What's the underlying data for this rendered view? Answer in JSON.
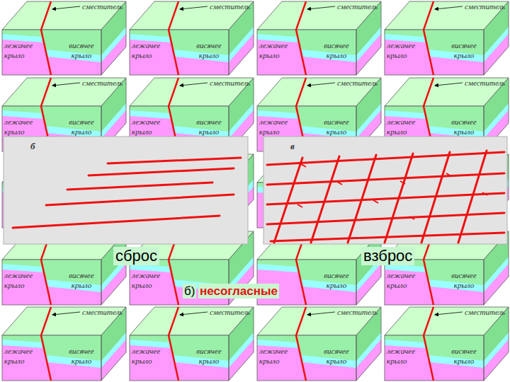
{
  "diagram": {
    "nodes": [
      {
        "text": [
          "б"
        ]
      },
      {
        "text": [
          "в"
        ]
      }
    ],
    "labels": [
      "сместитель",
      "лежачее крыло",
      "висячее крыло",
      "сместитель",
      "лежачее крыло",
      "висячее крыло",
      "сместитель",
      "лежачее крыло",
      "висячее крыло",
      "сместитель",
      "лежачее крыло",
      "висячее крыло",
      "сместитель",
      "лежачее крыло",
      "висячее крыло",
      "сместитель",
      "лежачее крыло",
      "висячее крыло",
      "сместитель",
      "лежачее крыло",
      "висячее крыло",
      "сместитель",
      "лежачее крыло",
      "висячее крыло",
      "сброс",
      "взброс",
      "лежачее крыло",
      "висячее крыло",
      "лежачее крыло",
      "висячее крыло",
      "лежачее крыло",
      "висячее крыло",
      "б)",
      "несогласные",
      "сместитель",
      "лежачее крыло",
      "висячее крыло",
      "сместитель",
      "лежачее крыло",
      "висячее крыло",
      "сместитель",
      "лежачее крыло",
      "висячее крыло",
      "сместитель",
      "лежачее крыло",
      "висячее крыло"
    ]
  }
}
